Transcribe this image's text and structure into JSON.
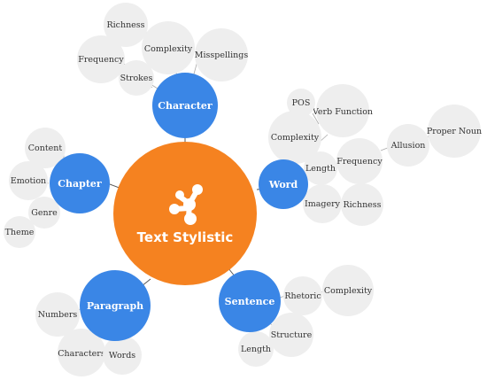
{
  "diagram": {
    "center": {
      "label": "Text Stylistic",
      "color": "#f58220",
      "icon": "molecule-icon"
    },
    "hub_color": "#3a86e6",
    "leaf_color": "#eeeeee",
    "hubs": {
      "character": "Character",
      "chapter": "Chapter",
      "word": "Word",
      "paragraph": "Paragraph",
      "sentence": "Sentence"
    },
    "leaves": {
      "richness_char": "Richness",
      "complexity_char": "Complexity",
      "misspellings": "Misspellings",
      "frequency_char": "Frequency",
      "strokes": "Strokes",
      "content": "Content",
      "emotion": "Emotion",
      "genre": "Genre",
      "theme": "Theme",
      "pos": "POS",
      "verb_function": "Verb Function",
      "complexity_word": "Complexity",
      "length_word": "Length",
      "frequency_word": "Frequency",
      "allusion": "Allusion",
      "proper_noun": "Proper Noun",
      "imagery": "Imagery",
      "richness_word": "Richness",
      "numbers": "Numbers",
      "characters": "Characters",
      "words": "Words",
      "rhetoric": "Rhetoric",
      "complexity_sent": "Complexity",
      "structure": "Structure",
      "length_sent": "Length"
    }
  }
}
